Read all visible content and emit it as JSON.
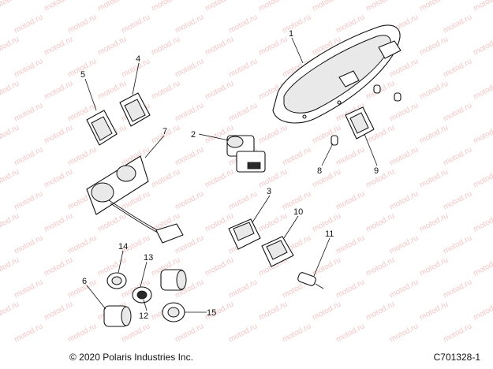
{
  "watermark": "motod.ru",
  "footer": {
    "copyright": "© 2020 Polaris Industries Inc.",
    "figure_id": "C701328-1"
  },
  "callouts": [
    "1",
    "2",
    "3",
    "4",
    "5",
    "6",
    "7",
    "8",
    "9",
    "10",
    "11",
    "12",
    "13",
    "14",
    "15"
  ]
}
